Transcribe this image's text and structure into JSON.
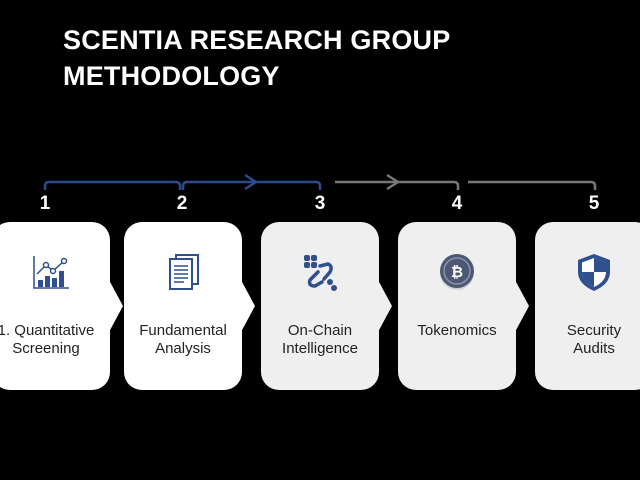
{
  "title": {
    "line1": "SCENTIA RESEARCH GROUP",
    "line2": "METHODOLOGY"
  },
  "colors": {
    "background": "#000000",
    "accent_blue": "#2d4a8a",
    "connector_grey": "#777777",
    "icon_blue": "#2f4f8f"
  },
  "steps": [
    {
      "number": "1",
      "label_line1": "1. Quantitative",
      "label_line2": "Screening",
      "icon": "bar-line-chart-icon"
    },
    {
      "number": "2",
      "label_line1": "Fundamental",
      "label_line2": "Analysis",
      "icon": "documents-icon"
    },
    {
      "number": "3",
      "label_line1": "On-Chain",
      "label_line2": "Intelligence",
      "icon": "blockchain-link-icon"
    },
    {
      "number": "4",
      "label_line1": "Tokenomics",
      "label_line2": "",
      "icon": "bitcoin-coin-icon"
    },
    {
      "number": "5",
      "label_line1": "Security",
      "label_line2": "Audits",
      "icon": "shield-icon"
    }
  ]
}
